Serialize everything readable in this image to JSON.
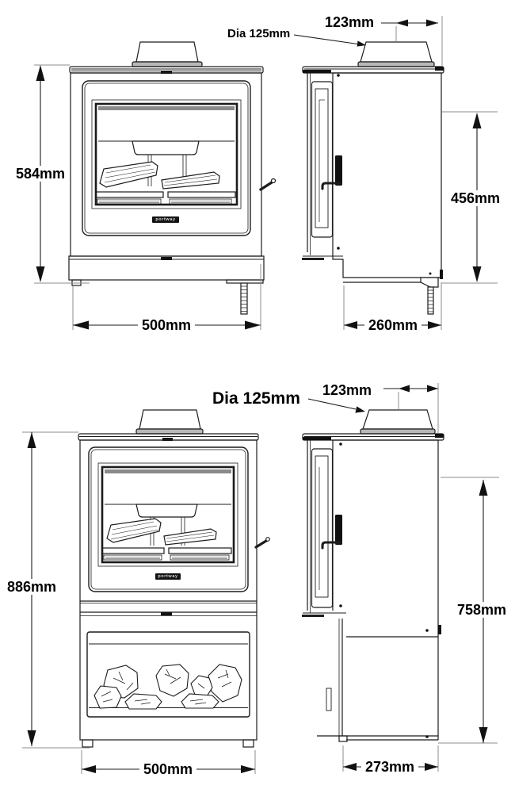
{
  "diagram": {
    "background": "#ffffff",
    "line_color": "#1c1c1c",
    "brand": "portway",
    "standard": {
      "name": "stove-standard",
      "flue_diameter": "Dia 125mm",
      "flue_to_back": "123mm",
      "overall_height": "584mm",
      "overall_width": "500mm",
      "overall_depth": "260mm",
      "rear_height": "456mm"
    },
    "logstore": {
      "name": "stove-with-log-store",
      "flue_diameter": "Dia 125mm",
      "flue_to_back": "123mm",
      "overall_height": "886mm",
      "overall_width": "500mm",
      "overall_depth": "273mm",
      "rear_height": "758mm"
    }
  }
}
